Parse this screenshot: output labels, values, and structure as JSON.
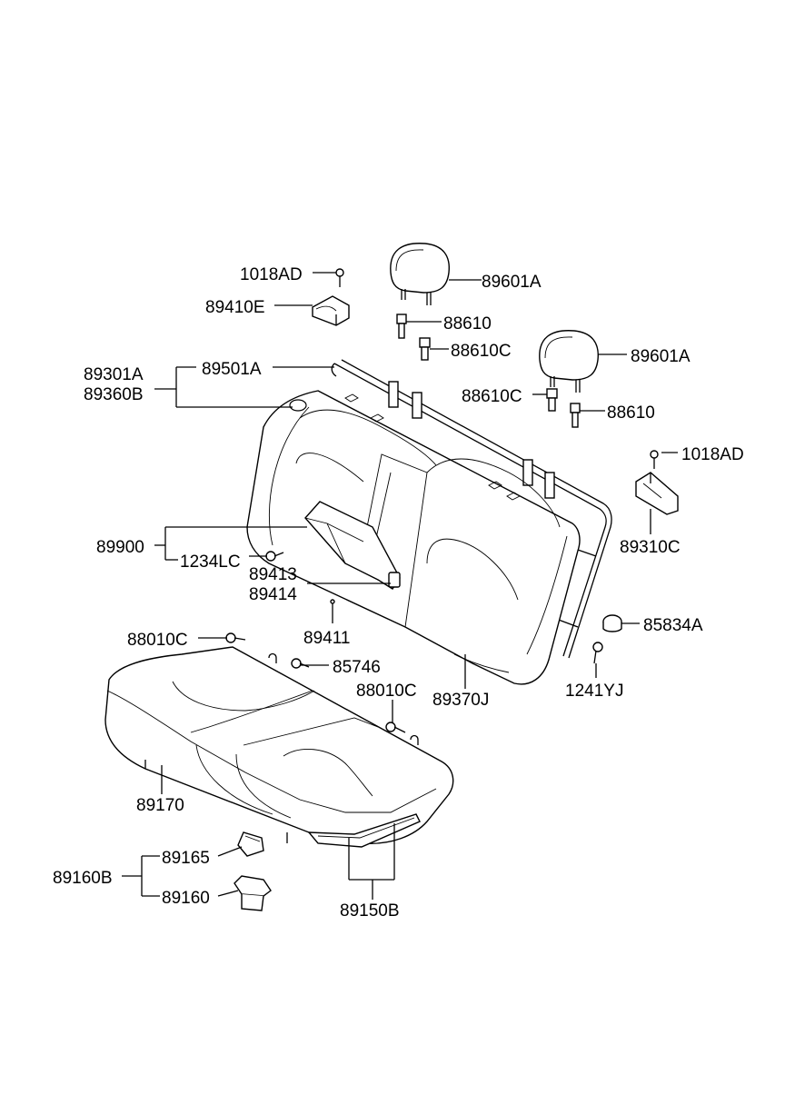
{
  "labels": {
    "l1018AD_top": "1018AD",
    "l89410E": "89410E",
    "l89601A_left": "89601A",
    "l88610_top": "88610",
    "l88610C_top": "88610C",
    "l89601A_right": "89601A",
    "l89301A": "89301A",
    "l89360B": "89360B",
    "l89501A": "89501A",
    "l88610C_mid": "88610C",
    "l88610_mid": "88610",
    "l1018AD_right": "1018AD",
    "l89310C": "89310C",
    "l89900": "89900",
    "l1234LC": "1234LC",
    "l89413": "89413",
    "l89414": "89414",
    "l89411": "89411",
    "l85834A": "85834A",
    "l88010C_left": "88010C",
    "l85746": "85746",
    "l88010C_right": "88010C",
    "l89370J": "89370J",
    "l1241YJ": "1241YJ",
    "l89170": "89170",
    "l89165": "89165",
    "l89160B": "89160B",
    "l89160": "89160",
    "l89150B": "89150B"
  }
}
